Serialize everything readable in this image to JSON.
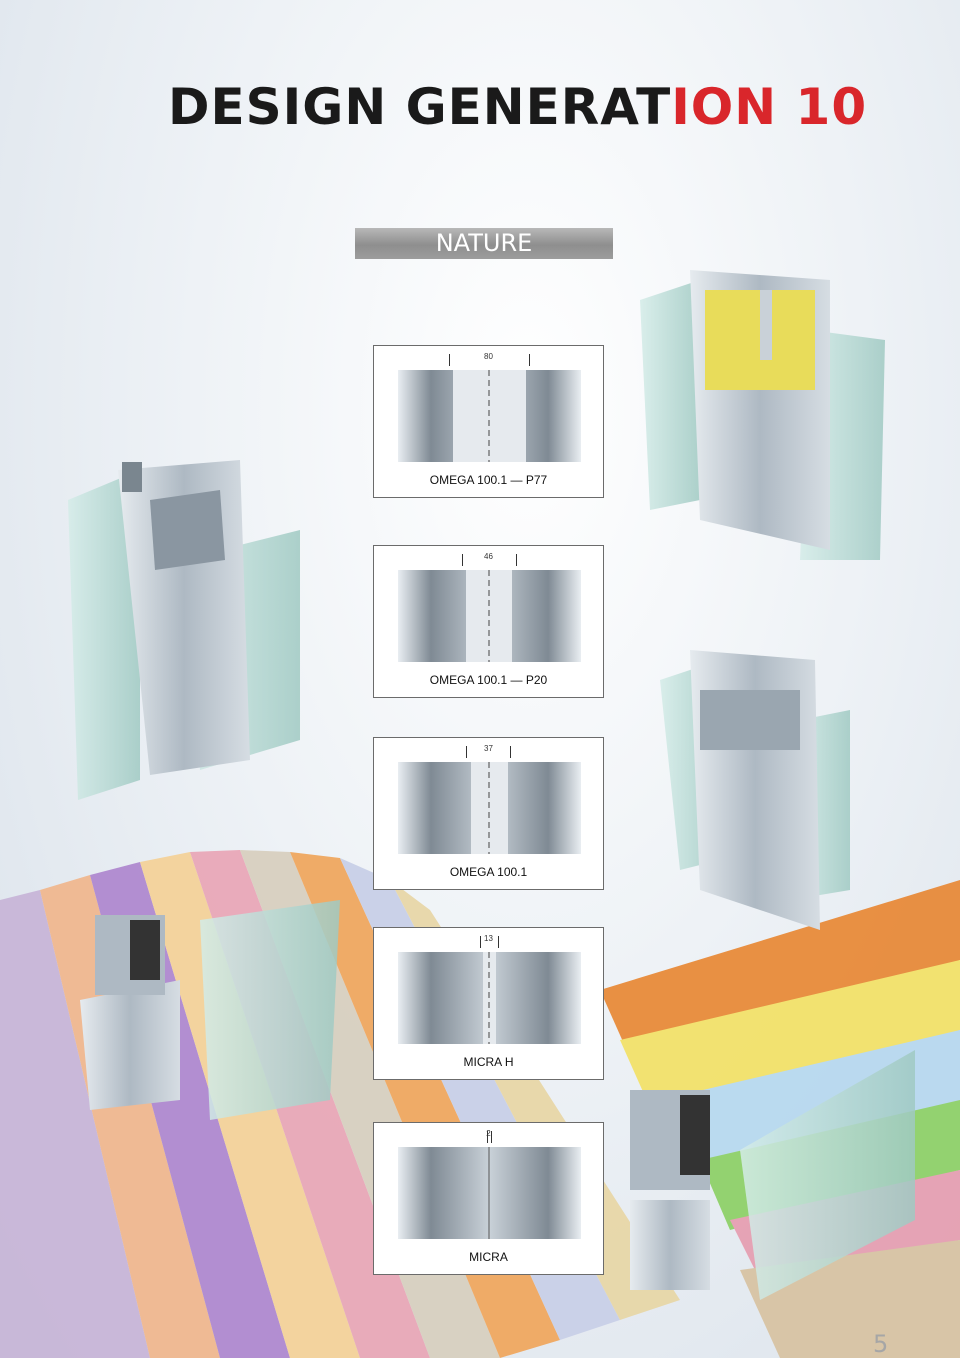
{
  "header": {
    "title_main": "DESIGN GENERAT",
    "title_accent": "ION 10"
  },
  "category": "NATURE",
  "profiles": [
    {
      "dimension": "80",
      "name": "OMEGA 100.1 — P77"
    },
    {
      "dimension": "46",
      "name": "OMEGA 100.1 — P20"
    },
    {
      "dimension": "37",
      "name": "OMEGA 100.1"
    },
    {
      "dimension": "13",
      "name": "MICRA H"
    },
    {
      "dimension": "2",
      "name": "MICRA"
    }
  ],
  "page_number": "5",
  "colors": {
    "accent": "#d9262b",
    "bar": "#9c9c9c",
    "glass": "#bfe0da",
    "aluminium": "#b9c3cc",
    "insulation": "#e8dc5a"
  }
}
